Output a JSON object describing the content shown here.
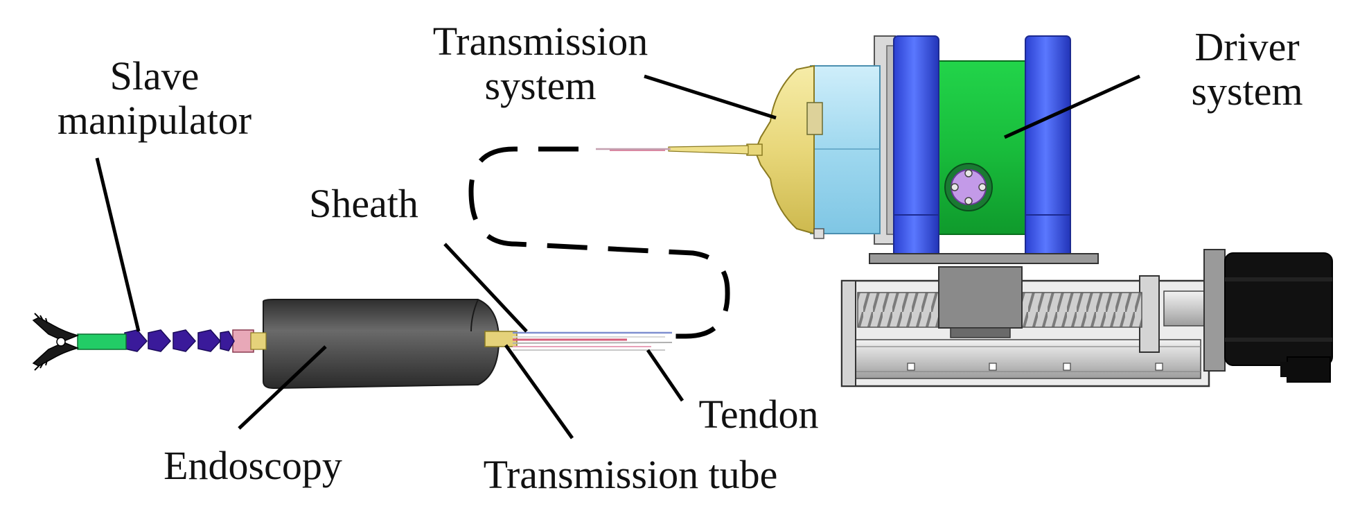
{
  "labels": {
    "slave_manipulator": {
      "line1": "Slave",
      "line2": "manipulator"
    },
    "transmission_system": {
      "line1": "Transmission",
      "line2": "system"
    },
    "driver_system": {
      "line1": "Driver",
      "line2": "system"
    },
    "sheath": "Sheath",
    "endoscopy": "Endoscopy",
    "transmission_tube": "Transmission tube",
    "tendon": "Tendon"
  },
  "colors": {
    "driver_flange": "#3a55e8",
    "driver_body": "#19c43a",
    "transmission_housing": "#9fd8ef",
    "transmission_cone": "#efe08a",
    "endoscope": "#4c4c4c",
    "manipulator_joint": "#3a1a9a",
    "manipulator_link": "#22cc66",
    "motor": "#111111",
    "screw_stage": "#d8d8d8"
  }
}
